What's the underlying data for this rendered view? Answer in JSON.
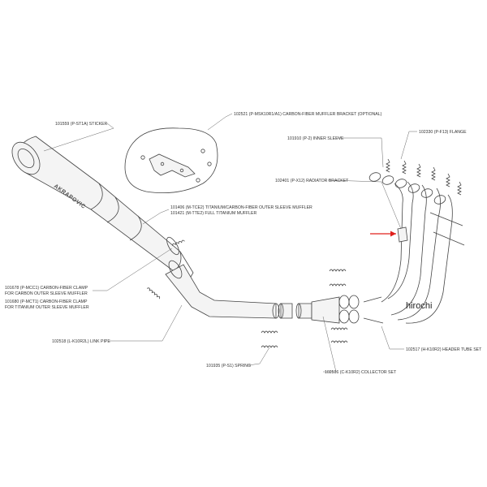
{
  "diagram": {
    "labels": {
      "sticker": "101559 (P-ST1A) STICKER",
      "bracket_optional": "102521 (P-MSK10R1/A1) CARBON-FIBER MUFFLER BRACKET (OPTIONAL)",
      "inner_sleeve": "101910 (P-2) INNER SLEEVE",
      "flange": "102330 (P-F13) FLANGE",
      "radiator_bracket": "102401 (P-X12) RADIATOR BRACKET",
      "muffler_line1": "101406 (M-TCE2) TITANIUM/CARBON-FIBER OUTER SLEEVE MUFFLER",
      "muffler_line2": "101421 (M-TTE2) FULL TITANIUM MUFFLER",
      "clamp_line1": "101678 (P-MCC1) CARBON-FIBER CLAMP",
      "clamp_line2": "FOR CARBON OUTER SLEEVE MUFFLER",
      "clamp_line3": "101680 (P-MCT1) CARBON-FIBER CLAMP",
      "clamp_line4": "FOR TITANIUM OUTER SLEEVE MUFFLER",
      "link_pipe": "102518 (L-K10R2L) LINK PIPE",
      "spring": "101935 (P-S1) SPRING",
      "collector": "102516 (C-K10R2) COLLECTOR SET",
      "header": "102517 (H-K10R2) HEADER TUBE SET"
    },
    "brand_text": "AKRAPOVIC",
    "watermark": "hirochi",
    "arrow_color": "#e0201c"
  }
}
